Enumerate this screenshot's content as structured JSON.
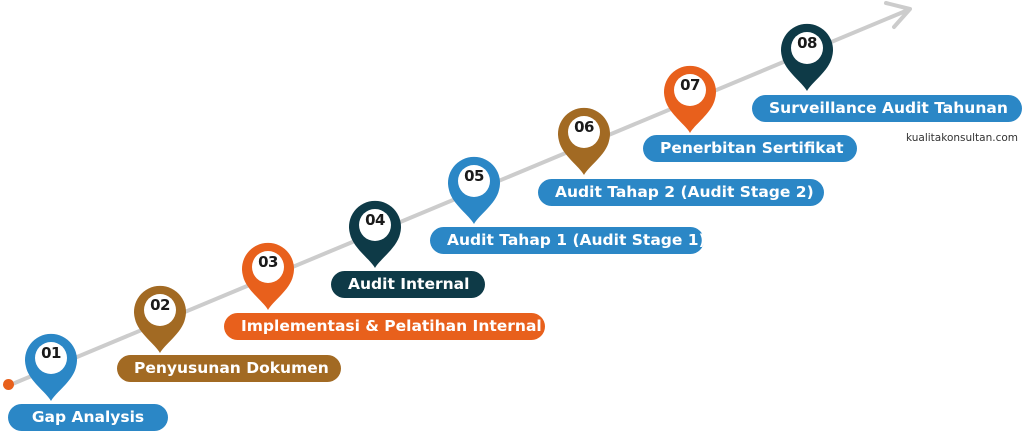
{
  "colors": {
    "blue": "#2b87c6",
    "brown": "#a26a23",
    "orange": "#e8601c",
    "navy": "#0e3a47",
    "arrow": "#cccccc"
  },
  "steps": [
    {
      "num": "01",
      "label": "Gap Analysis",
      "color": "blue"
    },
    {
      "num": "02",
      "label": "Penyusunan Dokumen",
      "color": "brown"
    },
    {
      "num": "03",
      "label": "Implementasi & Pelatihan Internal",
      "color": "orange"
    },
    {
      "num": "04",
      "label": "Audit Internal",
      "color": "navy"
    },
    {
      "num": "05",
      "label": "Audit Tahap 1 (Audit Stage 1)",
      "color": "blue"
    },
    {
      "num": "06",
      "label": "Audit Tahap 2 (Audit Stage 2)",
      "color": "blue",
      "pin_color": "brown"
    },
    {
      "num": "07",
      "label": "Penerbitan Sertifikat",
      "color": "blue",
      "pin_color": "orange"
    },
    {
      "num": "08",
      "label": "Surveillance Audit Tahunan",
      "color": "blue",
      "pin_color": "navy"
    }
  ],
  "watermark": "kualitakonsultan.com"
}
